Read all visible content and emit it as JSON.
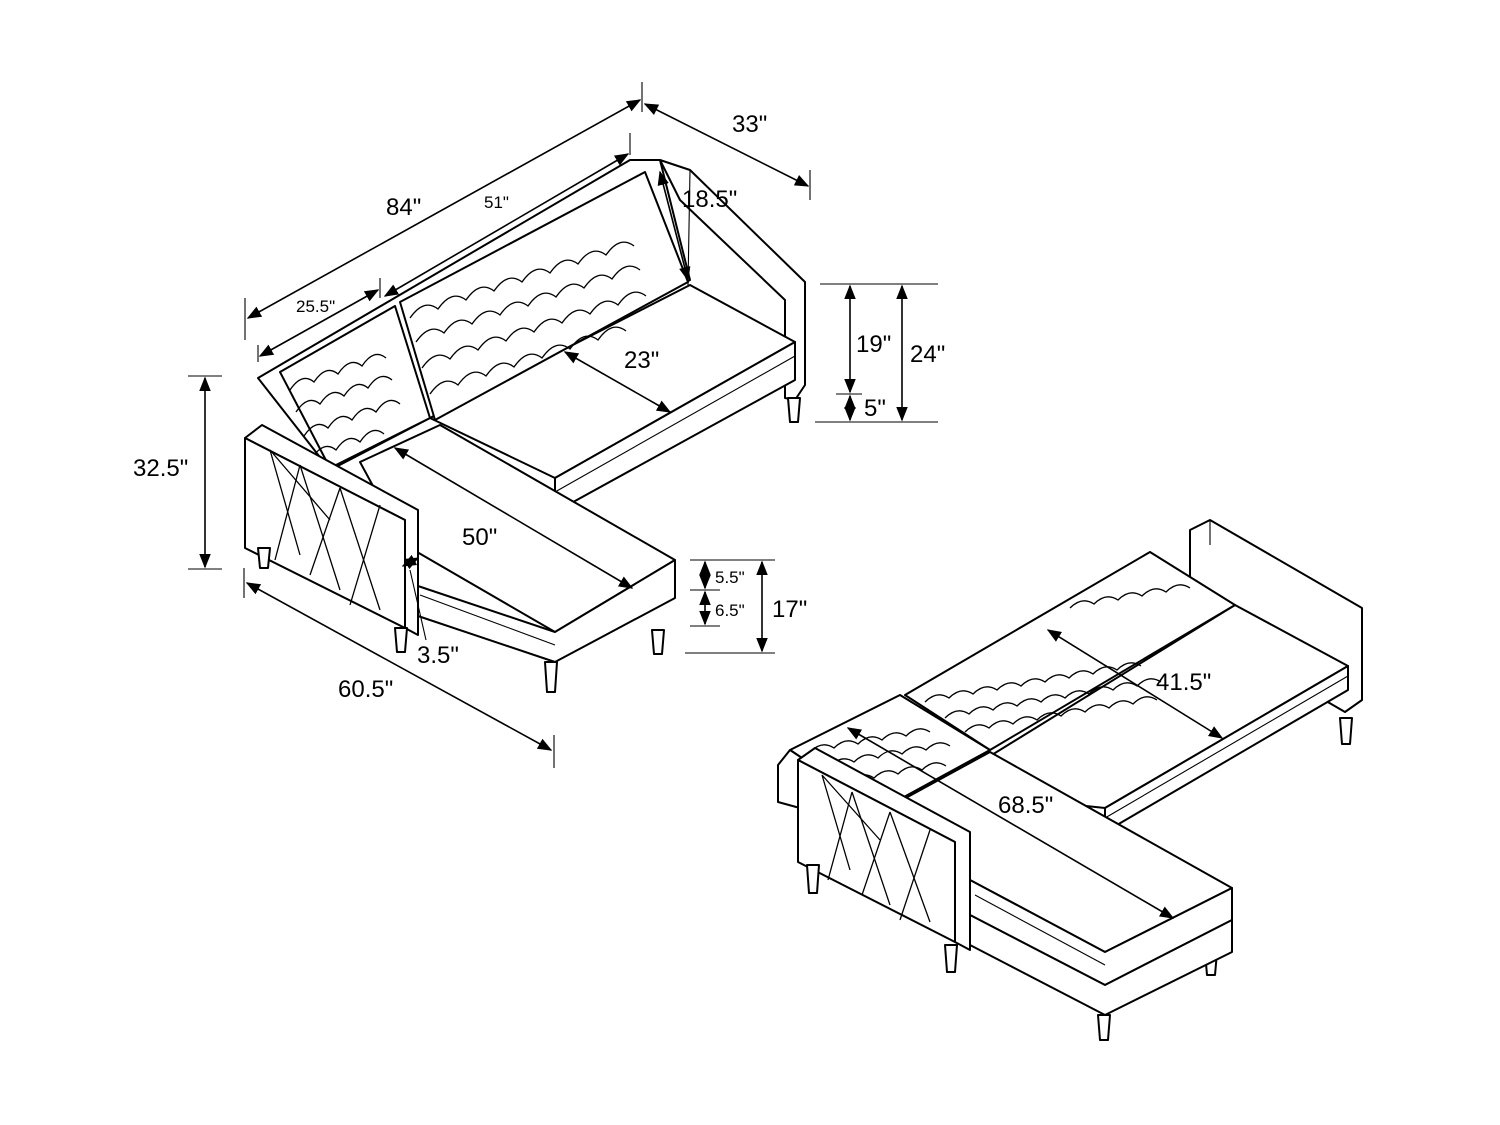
{
  "views": {
    "upright": {
      "labels": {
        "overall_width": "84\"",
        "depth": "33\"",
        "back_cushion_width": "51\"",
        "back_height": "18.5\"",
        "left_cushion_width": "25.5\"",
        "seat_depth": "23\"",
        "seat_height": "19\"",
        "total_height": "24\"",
        "leg_height": "5\"",
        "overall_height": "32.5\"",
        "chaise_depth": "50\"",
        "chaise_length": "60.5\"",
        "arm_width": "3.5\"",
        "cushion_thickness": "5.5\"",
        "base_thickness": "6.5\"",
        "chaise_height": "17\""
      }
    },
    "bed": {
      "labels": {
        "bed_width": "41.5\"",
        "bed_length": "68.5\""
      }
    }
  }
}
